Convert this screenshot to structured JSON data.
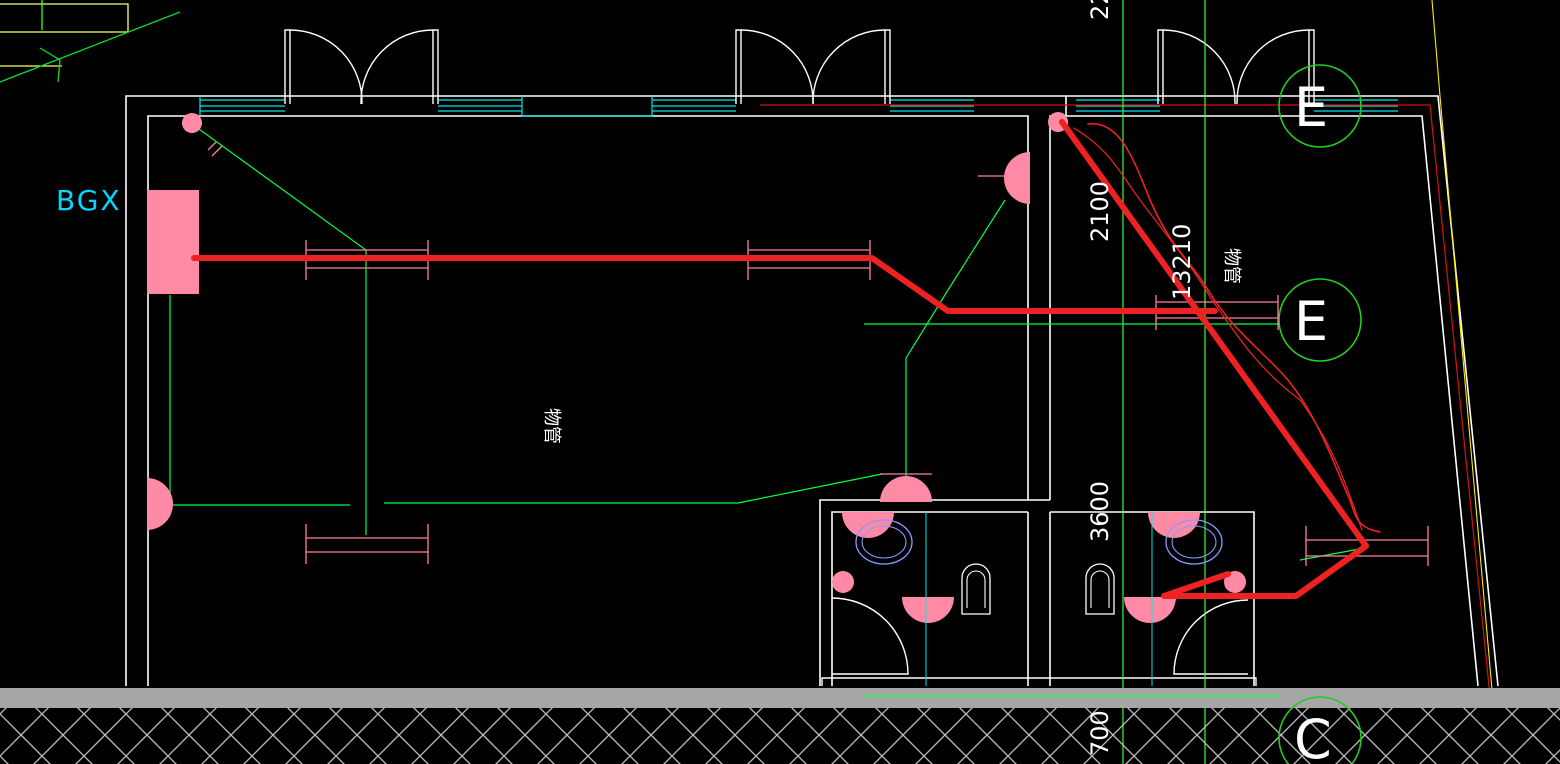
{
  "labels": {
    "panel": "BGX",
    "room_main": "物管",
    "room_right": "物管",
    "grid_e1": "E",
    "grid_e2": "E",
    "grid_c": "C",
    "dim_top": "22",
    "dim_2100": "2100",
    "dim_3600": "3600",
    "dim_700": "700",
    "dim_overlap": "13210"
  },
  "colors": {
    "background": "#000000",
    "wall": "#ffffff",
    "window": "#00e5e5",
    "wiring": "#00ff44",
    "fixture": "#ff7f9f",
    "route": "#ee2222",
    "axis_red": "#cc1111",
    "grid_circle": "#22cc22",
    "ground": "#a6a6a6"
  }
}
